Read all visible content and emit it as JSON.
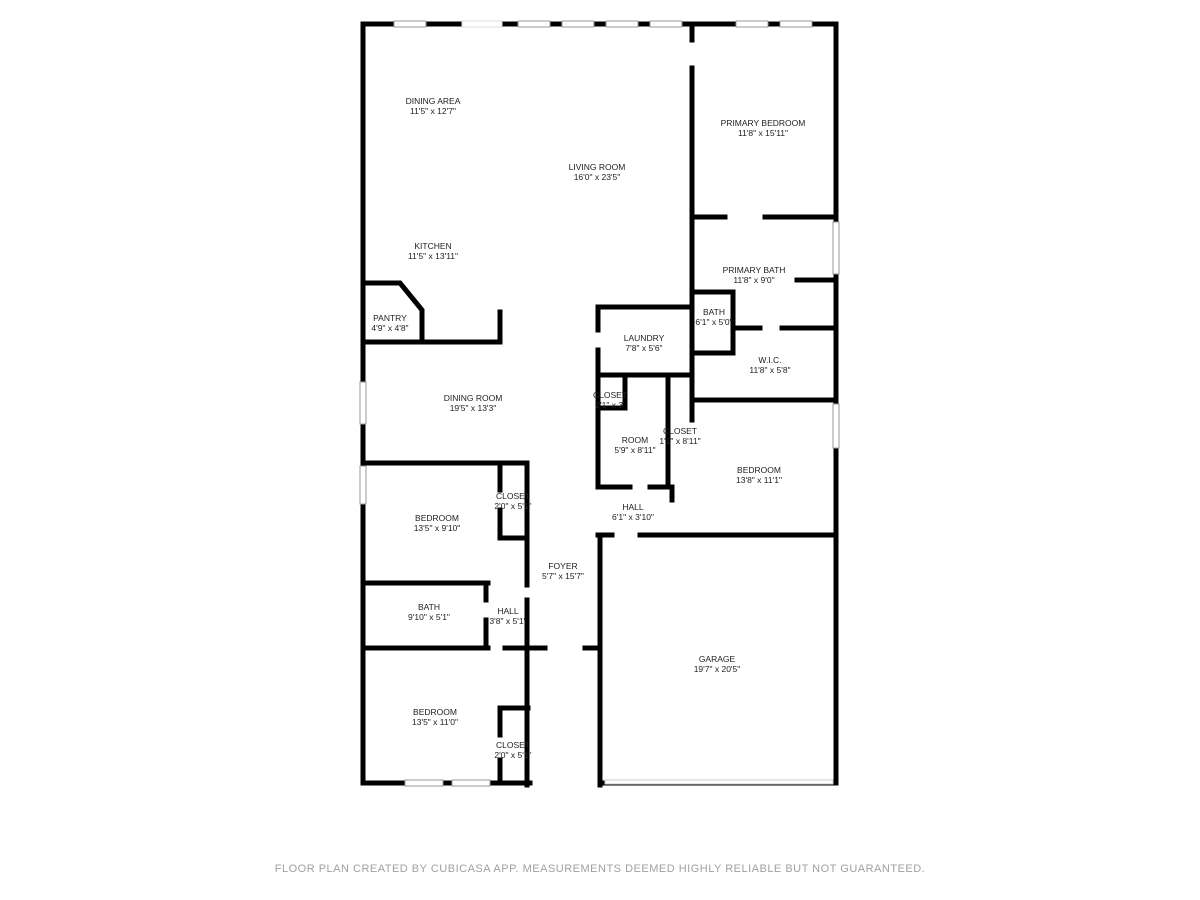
{
  "rooms": [
    {
      "name": "DINING AREA",
      "dims": "11'5\" x 12'7\""
    },
    {
      "name": "LIVING ROOM",
      "dims": "16'0\" x 23'5\""
    },
    {
      "name": "PRIMARY BEDROOM",
      "dims": "11'8\" x 15'11\""
    },
    {
      "name": "KITCHEN",
      "dims": "11'5\" x 13'11\""
    },
    {
      "name": "PRIMARY BATH",
      "dims": "11'8\" x 9'0\""
    },
    {
      "name": "PANTRY",
      "dims": "4'9\" x 4'8\""
    },
    {
      "name": "BATH",
      "dims": "6'1\" x 5'0\""
    },
    {
      "name": "LAUNDRY",
      "dims": "7'8\" x 5'6\""
    },
    {
      "name": "W.I.C.",
      "dims": "11'8\" x 5'8\""
    },
    {
      "name": "DINING ROOM",
      "dims": "19'5\" x 13'3\""
    },
    {
      "name": "CLOSET",
      "dims": "2'1\" x 3'"
    },
    {
      "name": "ROOM",
      "dims": "5'9\" x 8'11\""
    },
    {
      "name": "CLOSET",
      "dims": "1'1\" x 8'11\""
    },
    {
      "name": "BEDROOM",
      "dims": "13'8\" x 11'1\""
    },
    {
      "name": "CLOSET",
      "dims": "2'0\" x 5'1\""
    },
    {
      "name": "HALL",
      "dims": "6'1\" x 3'10\""
    },
    {
      "name": "BEDROOM",
      "dims": "13'5\" x 9'10\""
    },
    {
      "name": "FOYER",
      "dims": "5'7\" x 15'7\""
    },
    {
      "name": "GARAGE",
      "dims": "19'7\" x 20'5\""
    },
    {
      "name": "BATH",
      "dims": "9'10\" x 5'1\""
    },
    {
      "name": "HALL",
      "dims": "3'8\" x 5'1\""
    },
    {
      "name": "BEDROOM",
      "dims": "13'5\" x 11'0\""
    },
    {
      "name": "CLOSET",
      "dims": "2'0\" x 5'1\""
    }
  ],
  "footer": "FLOOR PLAN CREATED BY CUBICASA APP. MEASUREMENTS DEEMED HIGHLY RELIABLE BUT NOT GUARANTEED."
}
